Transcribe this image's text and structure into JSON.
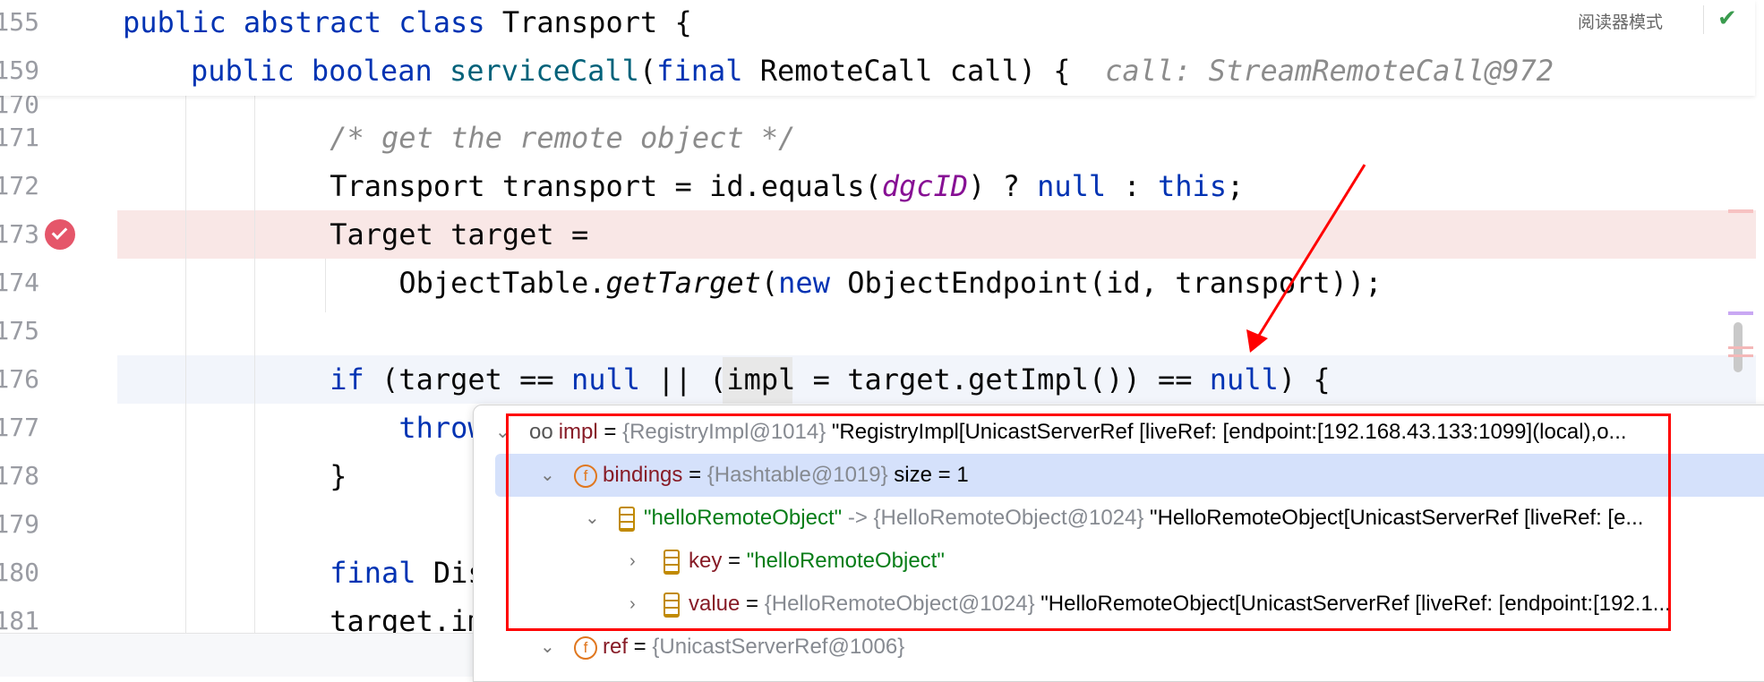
{
  "reader_mode_label": "阅读器模式",
  "sticky": [
    {
      "ln": "155",
      "indent": 0,
      "parts": [
        [
          "kw",
          "public abstract class "
        ],
        [
          "",
          "Transport {"
        ]
      ]
    },
    {
      "ln": "159",
      "indent": 1,
      "parts": [
        [
          "kw",
          "public boolean "
        ],
        [
          "fn",
          "serviceCall"
        ],
        [
          "",
          "("
        ],
        [
          "kw",
          "final "
        ],
        [
          "",
          "RemoteCall call) {  "
        ],
        [
          "hint",
          "call: StreamRemoteCall@972"
        ]
      ]
    }
  ],
  "lines": [
    {
      "ln": "170",
      "parts": []
    },
    {
      "ln": "171",
      "indent": 3,
      "parts": [
        [
          "cm",
          "/* get the remote object */"
        ]
      ]
    },
    {
      "ln": "172",
      "indent": 3,
      "parts": [
        [
          "",
          "Transport transport = id.equals("
        ],
        [
          "pu",
          "dgcID"
        ],
        [
          "",
          ") ? "
        ],
        [
          "kw",
          "null"
        ],
        [
          "",
          " : "
        ],
        [
          "kw",
          "this"
        ],
        [
          "",
          ";"
        ]
      ]
    },
    {
      "ln": "173",
      "indent": 3,
      "parts": [
        [
          "",
          "Target target ="
        ]
      ]
    },
    {
      "ln": "174",
      "indent": 4,
      "parts": [
        [
          "",
          "ObjectTable."
        ],
        [
          "it",
          "getTarget"
        ],
        [
          "",
          "("
        ],
        [
          "kw",
          "new "
        ],
        [
          "",
          "ObjectEndpoint(id, transport));"
        ]
      ]
    },
    {
      "ln": "175",
      "parts": []
    },
    {
      "ln": "176",
      "indent": 3,
      "parts": [
        [
          "kw",
          "if "
        ],
        [
          "",
          "(target == "
        ],
        [
          "kw",
          "null"
        ],
        [
          "",
          " || (impl = target.getImpl()) == "
        ],
        [
          "kw",
          "null"
        ],
        [
          "",
          ") {"
        ]
      ]
    },
    {
      "ln": "177",
      "indent": 4,
      "parts": [
        [
          "kw",
          "throw"
        ]
      ]
    },
    {
      "ln": "178",
      "indent": 3,
      "parts": [
        [
          "",
          "}"
        ]
      ]
    },
    {
      "ln": "179",
      "parts": []
    },
    {
      "ln": "180",
      "indent": 3,
      "parts": [
        [
          "kw",
          "final "
        ],
        [
          "",
          "Dis"
        ]
      ]
    },
    {
      "ln": "181",
      "indent": 3,
      "parts": [
        [
          "",
          "target.im"
        ]
      ]
    }
  ],
  "debug": {
    "rows": [
      {
        "name": "impl",
        "type": "{RegistryImpl@1014}",
        "value": "\"RegistryImpl[UnicastServerRef [liveRef: [endpoint:[192.168.43.133:1099](local),o...",
        "icon": "watch"
      },
      {
        "name": "bindings",
        "type": "{Hashtable@1019}",
        "value": "size = 1",
        "icon": "field"
      },
      {
        "key": "\"helloRemoteObject\"",
        "type": "{HelloRemoteObject@1024}",
        "value": "\"HelloRemoteObject[UnicastServerRef [liveRef: [e...",
        "icon": "entry"
      },
      {
        "name": "key",
        "value": "\"helloRemoteObject\"",
        "icon": "entry"
      },
      {
        "name": "value",
        "type": "{HelloRemoteObject@1024}",
        "value": "\"HelloRemoteObject[UnicastServerRef [liveRef: [endpoint:[192.1...",
        "icon": "entry"
      },
      {
        "name": "ref",
        "type": "{UnicastServerRef@1006}",
        "icon": "field"
      }
    ]
  },
  "colors": {
    "annotation": "#ff0000",
    "breakpoint": "#e5566a",
    "selection": "#d5e1fb",
    "highlight": "#f9e7e6"
  }
}
